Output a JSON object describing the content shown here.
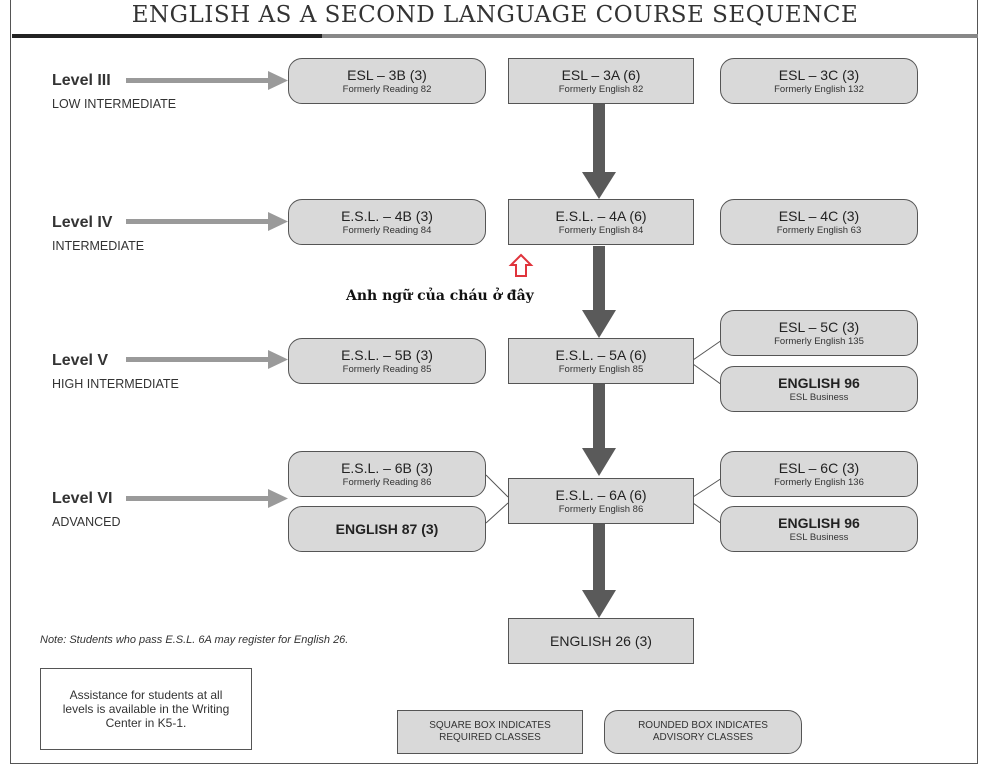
{
  "title": "ENGLISH AS A SECOND LANGUAGE COURSE SEQUENCE",
  "levels": [
    {
      "name": "Level III",
      "desc": "LOW INTERMEDIATE"
    },
    {
      "name": "Level IV",
      "desc": "INTERMEDIATE"
    },
    {
      "name": "Level V",
      "desc": "HIGH INTERMEDIATE"
    },
    {
      "name": "Level VI",
      "desc": "ADVANCED"
    }
  ],
  "courses": {
    "esl3b": {
      "title": "ESL – 3B (3)",
      "sub": "Formerly Reading 82"
    },
    "esl3a": {
      "title": "ESL – 3A (6)",
      "sub": "Formerly English 82"
    },
    "esl3c": {
      "title": "ESL – 3C (3)",
      "sub": "Formerly English 132"
    },
    "esl4b": {
      "title": "E.S.L. – 4B (3)",
      "sub": "Formerly Reading 84"
    },
    "esl4a": {
      "title": "E.S.L. – 4A (6)",
      "sub": "Formerly English 84"
    },
    "esl4c": {
      "title": "ESL – 4C (3)",
      "sub": "Formerly English 63"
    },
    "esl5b": {
      "title": "E.S.L. – 5B (3)",
      "sub": "Formerly Reading 85"
    },
    "esl5a": {
      "title": "E.S.L. – 5A (6)",
      "sub": "Formerly English 85"
    },
    "esl5c": {
      "title": "ESL – 5C (3)",
      "sub": "Formerly English 135"
    },
    "eng96a": {
      "title": "ENGLISH 96",
      "sub": "ESL Business"
    },
    "esl6b": {
      "title": "E.S.L. – 6B (3)",
      "sub": "Formerly Reading 86"
    },
    "eng87": {
      "title": "ENGLISH 87 (3)"
    },
    "esl6a": {
      "title": "E.S.L. – 6A (6)",
      "sub": "Formerly English 86"
    },
    "esl6c": {
      "title": "ESL – 6C (3)",
      "sub": "Formerly English 136"
    },
    "eng96b": {
      "title": "ENGLISH 96",
      "sub": "ESL Business"
    },
    "eng26": {
      "title": "ENGLISH 26 (3)"
    }
  },
  "annotation": "Anh ngữ của cháu ở đây",
  "note": "Note: Students who pass E.S.L. 6A may register for English 26.",
  "assistance": "Assistance for students at all levels is available in the Writing Center in K5-1.",
  "legend": {
    "square": "SQUARE BOX INDICATES REQUIRED CLASSES",
    "rounded": "ROUNDED BOX INDICATES ADVISORY CLASSES"
  },
  "colors": {
    "box_fill": "#d9d9d9",
    "arrow": "#5a5a5a",
    "annotation_arrow": "#e0343c"
  }
}
